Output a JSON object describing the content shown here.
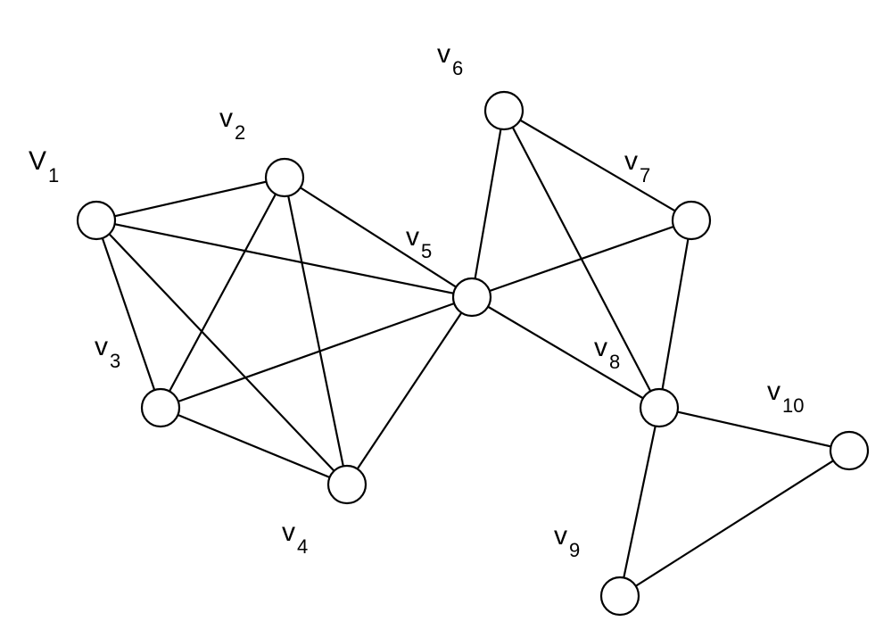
{
  "graph": {
    "nodes": [
      {
        "id": "v1",
        "letter": "V",
        "subscript": "1"
      },
      {
        "id": "v2",
        "letter": "v",
        "subscript": "2"
      },
      {
        "id": "v3",
        "letter": "v",
        "subscript": "3"
      },
      {
        "id": "v4",
        "letter": "v",
        "subscript": "4"
      },
      {
        "id": "v5",
        "letter": "v",
        "subscript": "5"
      },
      {
        "id": "v6",
        "letter": "v",
        "subscript": "6"
      },
      {
        "id": "v7",
        "letter": "v",
        "subscript": "7"
      },
      {
        "id": "v8",
        "letter": "v",
        "subscript": "8"
      },
      {
        "id": "v9",
        "letter": "v",
        "subscript": "9"
      },
      {
        "id": "v10",
        "letter": "v",
        "subscript": "10"
      }
    ],
    "edges": [
      [
        "v1",
        "v2"
      ],
      [
        "v1",
        "v3"
      ],
      [
        "v1",
        "v4"
      ],
      [
        "v1",
        "v5"
      ],
      [
        "v2",
        "v3"
      ],
      [
        "v2",
        "v4"
      ],
      [
        "v2",
        "v5"
      ],
      [
        "v3",
        "v4"
      ],
      [
        "v3",
        "v5"
      ],
      [
        "v4",
        "v5"
      ],
      [
        "v5",
        "v6"
      ],
      [
        "v5",
        "v7"
      ],
      [
        "v5",
        "v8"
      ],
      [
        "v6",
        "v7"
      ],
      [
        "v6",
        "v8"
      ],
      [
        "v7",
        "v8"
      ],
      [
        "v8",
        "v9"
      ],
      [
        "v8",
        "v10"
      ],
      [
        "v9",
        "v10"
      ]
    ]
  }
}
